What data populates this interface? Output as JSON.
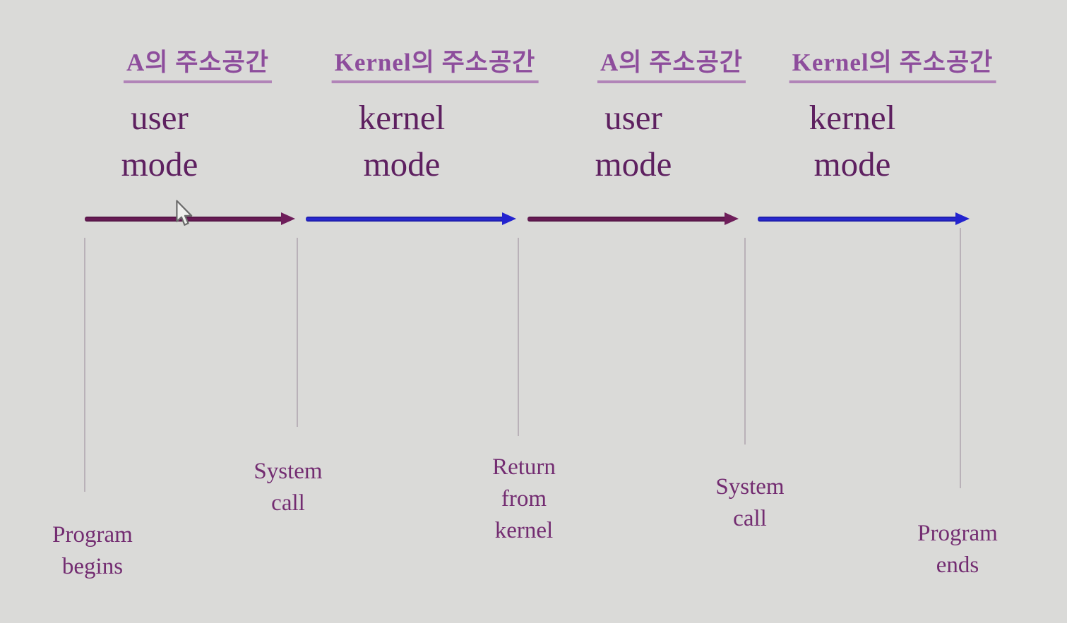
{
  "diagram_title": "user mode / kernel mode transition timeline",
  "colors": {
    "background": "#dadad8",
    "header_text": "#8d4d9c",
    "header_underline": "#b184b8",
    "mode_text": "#5e2060",
    "label_text": "#732c71",
    "user_arrow": "#6e1d5a",
    "kernel_arrow": "#2c2cdc",
    "tick_line": "#a79ba7"
  },
  "columns": [
    {
      "header": "A의 주소공간",
      "mode": [
        "user",
        "mode"
      ],
      "arrow": "user-mode-arrow"
    },
    {
      "header": "Kernel의 주소공간",
      "mode": [
        "kernel",
        "mode"
      ],
      "arrow": "kernel-mode-arrow"
    },
    {
      "header": "A의 주소공간",
      "mode": [
        "user",
        "mode"
      ],
      "arrow": "user-mode-arrow"
    },
    {
      "header": "Kernel의 주소공간",
      "mode": [
        "kernel",
        "mode"
      ],
      "arrow": "kernel-mode-arrow"
    }
  ],
  "events": [
    {
      "lines": [
        "Program",
        "begins"
      ]
    },
    {
      "lines": [
        "System",
        "call"
      ]
    },
    {
      "lines": [
        "Return",
        "from",
        "kernel"
      ]
    },
    {
      "lines": [
        "System",
        "call"
      ]
    },
    {
      "lines": [
        "Program",
        "ends"
      ]
    }
  ],
  "cursor": {
    "present": "true"
  }
}
